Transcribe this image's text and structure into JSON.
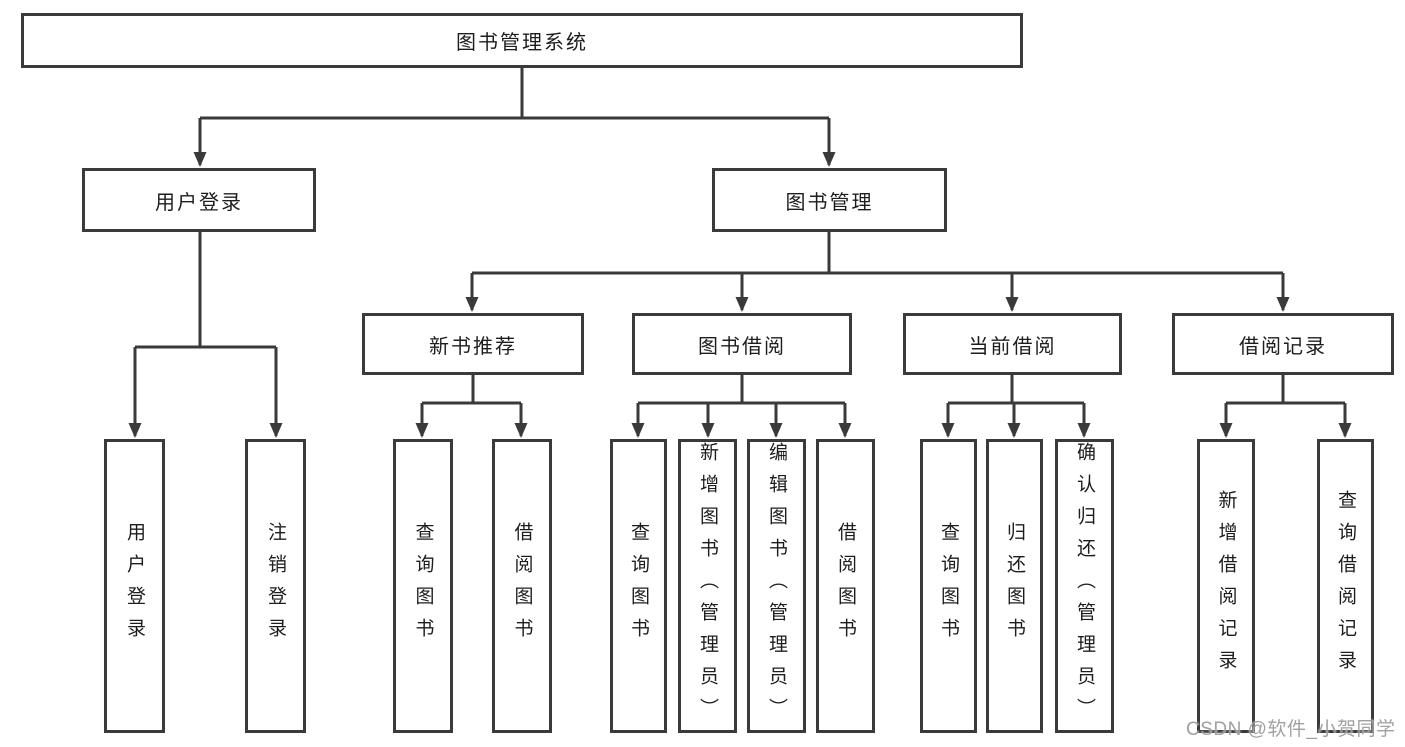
{
  "colors": {
    "line": "#3a3a3a",
    "box_border": "#3a3a3a",
    "box_fill": "#ffffff",
    "text": "#1d1d1d",
    "watermark": "#9c9c9c"
  },
  "nodes": {
    "root": "图书管理系统",
    "level1": [
      "用户登录",
      "图书管理"
    ],
    "level2": [
      "新书推荐",
      "图书借阅",
      "当前借阅",
      "借阅记录"
    ],
    "login_leaves": [
      "用户登录",
      "注销登录"
    ],
    "recommend_leaves": [
      "查询图书",
      "借阅图书"
    ],
    "borrow_leaves": [
      "查询图书",
      "新增图书（管理员）",
      "编辑图书（管理员）",
      "借阅图书"
    ],
    "current_leaves": [
      "查询图书",
      "归还图书",
      "确认归还（管理员）"
    ],
    "record_leaves": [
      "新增借阅记录",
      "查询借阅记录"
    ]
  },
  "watermark": "CSDN @软件_小贺同学"
}
